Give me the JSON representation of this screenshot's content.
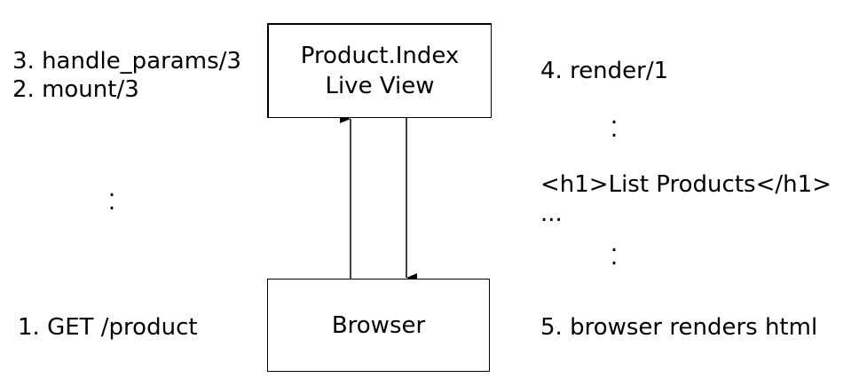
{
  "nodes": {
    "liveview": {
      "line1": "Product.Index",
      "line2": "Live View"
    },
    "browser": {
      "label": "Browser"
    }
  },
  "steps": {
    "step3": "3. handle_params/3",
    "step2": "2. mount/3",
    "step1": "1. GET /product",
    "step4": "4. render/1",
    "step5": "5. browser renders html"
  },
  "output": {
    "html_line": "<h1>List Products</h1>",
    "ellipsis": "..."
  },
  "continuation": {
    "dot": "."
  }
}
